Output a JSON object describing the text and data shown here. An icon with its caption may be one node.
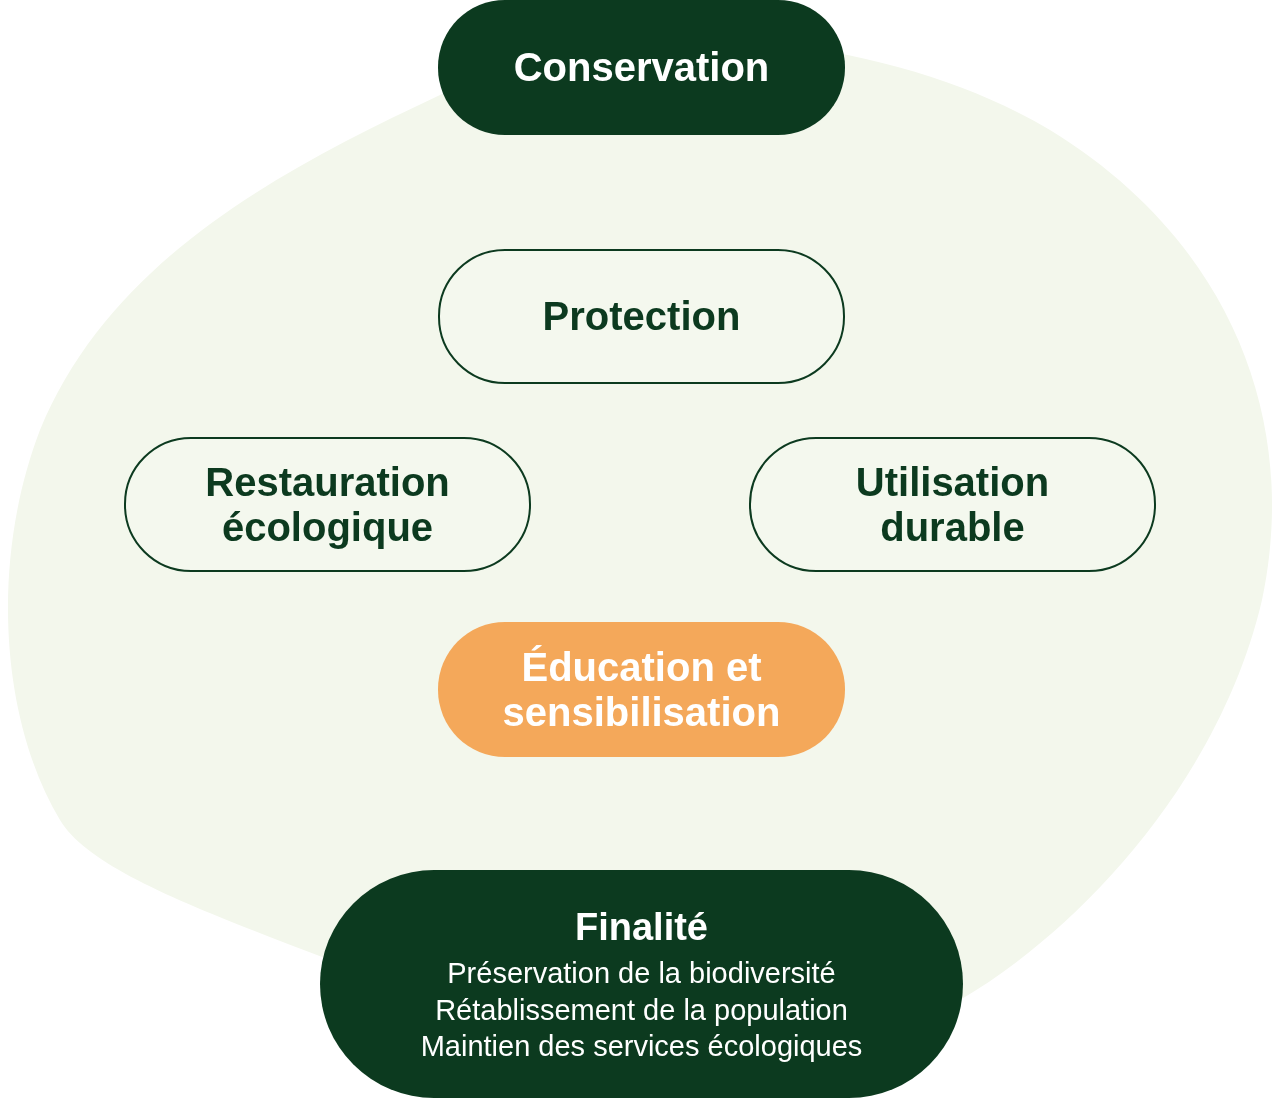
{
  "diagram": {
    "nodes": [
      {
        "text": [
          "Conservation"
        ]
      },
      {
        "text": [
          "Protection"
        ]
      },
      {
        "text": [
          "Restauration écologique"
        ]
      },
      {
        "text": [
          "Utilisation durable"
        ]
      },
      {
        "text": [
          "Éducation et sensibilisation"
        ]
      },
      {
        "text": [
          "Finalité",
          "Préservation de la biodiversité",
          "Rétablissement de la population",
          "Maintien des services écologiques"
        ]
      }
    ]
  }
}
